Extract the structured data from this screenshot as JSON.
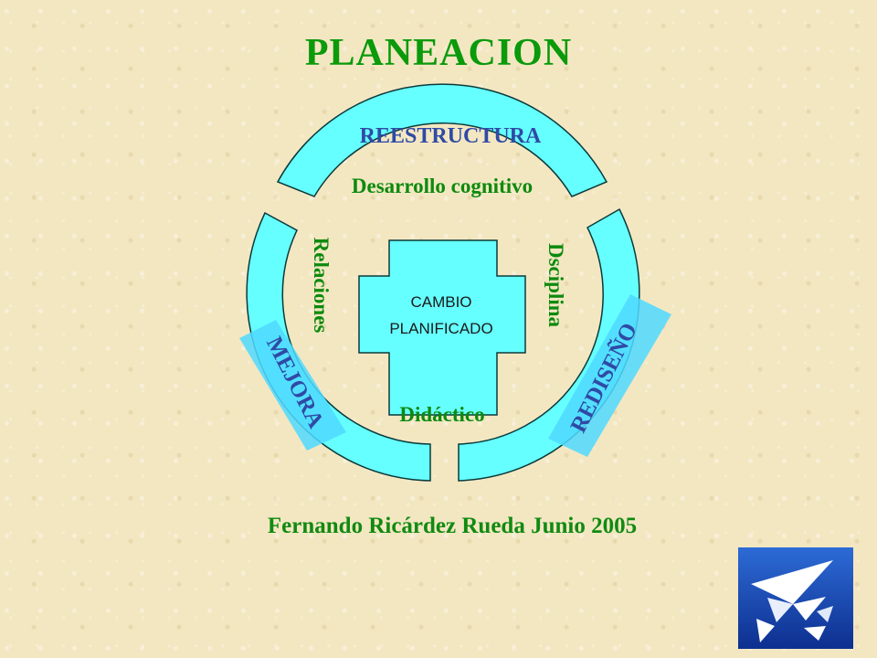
{
  "slide": {
    "title": "PLANEACION",
    "author_line": "Fernando Ricárdez Rueda Junio 2005"
  },
  "diagram": {
    "center": {
      "line1": "CAMBIO",
      "line2": "PLANIFICADO"
    },
    "ring_labels": {
      "top": "REESTRUCTURA",
      "left": "MEJORA",
      "right": "REDISEÑO"
    },
    "inner_labels": {
      "top": "Desarrollo cognitivo",
      "left": "Relaciones",
      "right": "Dsciplina",
      "bottom": "Didáctico"
    }
  },
  "colors": {
    "ring_fill": "#66ffff",
    "ring_stroke": "#0a3a3a",
    "label_blue": "#2f4aa5",
    "label_green": "#0d8a0d",
    "title_green": "#0a9a0a",
    "center_fill": "#66ffff"
  },
  "logo": {
    "icon": "folded-paper-plane-icon"
  }
}
